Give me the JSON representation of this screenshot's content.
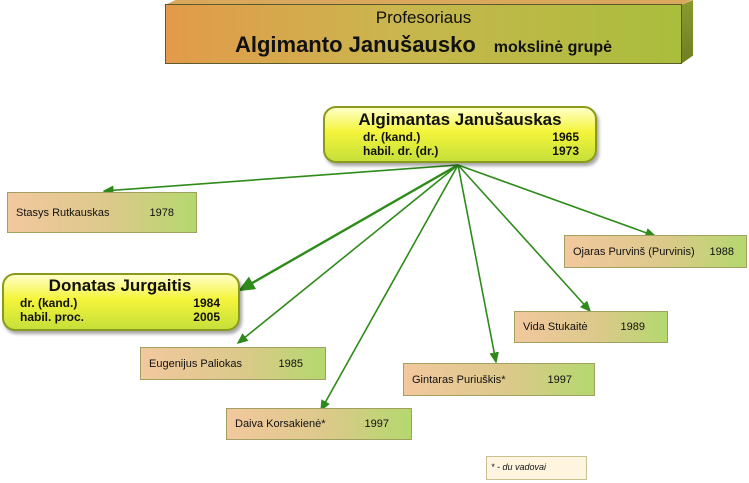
{
  "title": {
    "line1": "Profesoriaus",
    "line2": "Algimanto Janušausko",
    "line2_suffix": "mokslinė grupė"
  },
  "head": {
    "name": "Algimantas Janušauskas",
    "rows": [
      {
        "label": "dr. (kand.)",
        "year": "1965"
      },
      {
        "label": "habil. dr. (dr.)",
        "year": "1973"
      }
    ]
  },
  "second": {
    "name": "Donatas Jurgaitis",
    "rows": [
      {
        "label": "dr. (kand.)",
        "year": "1984"
      },
      {
        "label": "habil. proc.",
        "year": "2005"
      }
    ]
  },
  "members": [
    {
      "name": "Stasys Rutkauskas",
      "year": "1978"
    },
    {
      "name": "Eugenijus Paliokas",
      "year": "1985"
    },
    {
      "name": "Daiva Korsakienė*",
      "year": "1997"
    },
    {
      "name": "Gintaras Puriuškis*",
      "year": "1997"
    },
    {
      "name": "Vida Stukaitė",
      "year": "1989"
    },
    {
      "name": "Ojaras Purvinš (Purvinis)",
      "year": "1988"
    }
  ],
  "note": "* - du vadovai",
  "colors": {
    "arrow": "#2e8b1a",
    "border": "#8a9a1c"
  }
}
